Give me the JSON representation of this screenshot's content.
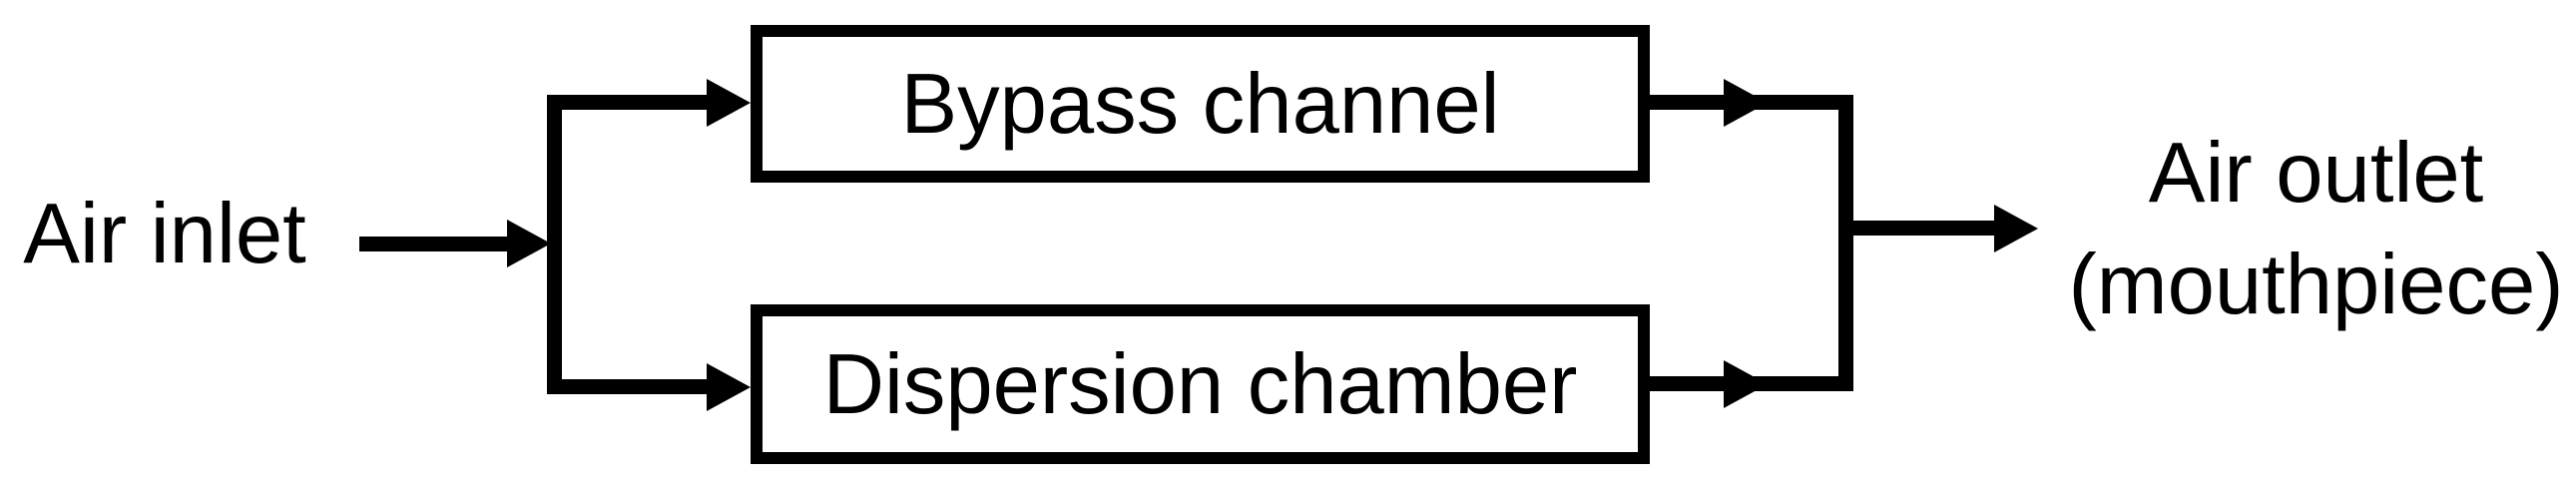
{
  "diagram": {
    "title_present": false,
    "background_color": "#ffffff",
    "line_color": "#000000",
    "labels": {
      "inlet": "Air inlet",
      "outlet_line1": "Air outlet",
      "outlet_line2": "(mouthpiece)"
    },
    "nodes": [
      {
        "id": "bypass-channel",
        "label": "Bypass channel"
      },
      {
        "id": "dispersion-chamber",
        "label": "Dispersion chamber"
      }
    ],
    "edges": [
      {
        "from": "Air inlet",
        "to": "split-junction"
      },
      {
        "from": "split-junction",
        "to": "Bypass channel"
      },
      {
        "from": "split-junction",
        "to": "Dispersion chamber"
      },
      {
        "from": "Bypass channel",
        "to": "merge-junction"
      },
      {
        "from": "Dispersion chamber",
        "to": "merge-junction"
      },
      {
        "from": "merge-junction",
        "to": "Air outlet (mouthpiece)"
      }
    ]
  }
}
